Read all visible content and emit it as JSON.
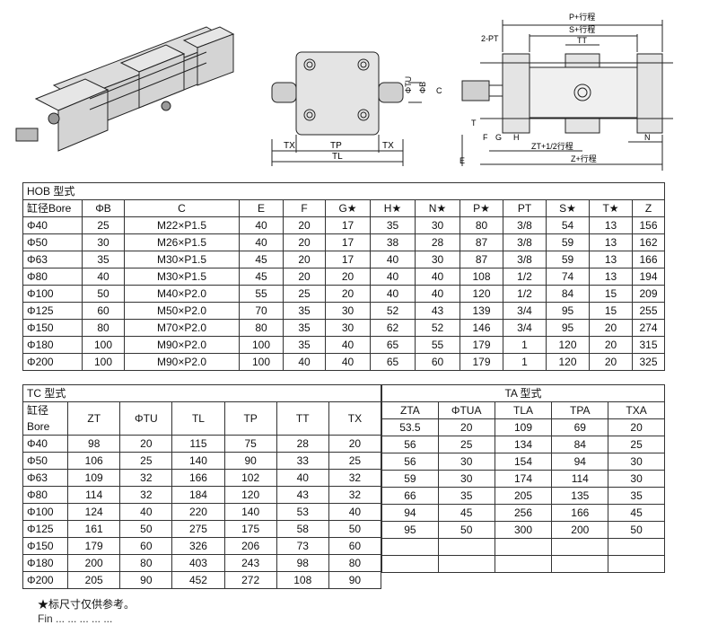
{
  "drawing_labels": {
    "tx_left": "TX",
    "tp": "TP",
    "tx_right": "TX",
    "tl": "TL",
    "phi_b": "ΦB",
    "phi_tu": "ΦTU",
    "c": "C",
    "p_stroke": "P+行程",
    "s_stroke": "S+行程",
    "tt": "TT",
    "two_pt": "2-PT",
    "t": "T",
    "f": "F",
    "g": "G",
    "h": "H",
    "n": "N",
    "e": "E",
    "zt_stroke": "ZT+1/2行程",
    "z_stroke": "Z+行程"
  },
  "hob": {
    "title": "HOB 型式",
    "headers": [
      "缸径Bore",
      "ΦB",
      "C",
      "E",
      "F",
      "G★",
      "H★",
      "N★",
      "P★",
      "PT",
      "S★",
      "T★",
      "Z"
    ],
    "rows": [
      [
        "Φ40",
        "25",
        "M22×P1.5",
        "40",
        "20",
        "17",
        "35",
        "30",
        "80",
        "3/8",
        "54",
        "13",
        "156"
      ],
      [
        "Φ50",
        "30",
        "M26×P1.5",
        "40",
        "20",
        "17",
        "38",
        "28",
        "87",
        "3/8",
        "59",
        "13",
        "162"
      ],
      [
        "Φ63",
        "35",
        "M30×P1.5",
        "45",
        "20",
        "17",
        "40",
        "30",
        "87",
        "3/8",
        "59",
        "13",
        "166"
      ],
      [
        "Φ80",
        "40",
        "M30×P1.5",
        "45",
        "20",
        "20",
        "40",
        "40",
        "108",
        "1/2",
        "74",
        "13",
        "194"
      ],
      [
        "Φ100",
        "50",
        "M40×P2.0",
        "55",
        "25",
        "20",
        "40",
        "40",
        "120",
        "1/2",
        "84",
        "15",
        "209"
      ],
      [
        "Φ125",
        "60",
        "M50×P2.0",
        "70",
        "35",
        "30",
        "52",
        "43",
        "139",
        "3/4",
        "95",
        "15",
        "255"
      ],
      [
        "Φ150",
        "80",
        "M70×P2.0",
        "80",
        "35",
        "30",
        "62",
        "52",
        "146",
        "3/4",
        "95",
        "20",
        "274"
      ],
      [
        "Φ180",
        "100",
        "M90×P2.0",
        "100",
        "35",
        "40",
        "65",
        "55",
        "179",
        "1",
        "120",
        "20",
        "315"
      ],
      [
        "Φ200",
        "100",
        "M90×P2.0",
        "100",
        "40",
        "40",
        "65",
        "60",
        "179",
        "1",
        "120",
        "20",
        "325"
      ]
    ]
  },
  "tc": {
    "title": "TC 型式",
    "headers": [
      "缸径Bore",
      "ZT",
      "ΦTU",
      "TL",
      "TP",
      "TT",
      "TX"
    ],
    "rows": [
      [
        "Φ40",
        "98",
        "20",
        "115",
        "75",
        "28",
        "20"
      ],
      [
        "Φ50",
        "106",
        "25",
        "140",
        "90",
        "33",
        "25"
      ],
      [
        "Φ63",
        "109",
        "32",
        "166",
        "102",
        "40",
        "32"
      ],
      [
        "Φ80",
        "114",
        "32",
        "184",
        "120",
        "43",
        "32"
      ],
      [
        "Φ100",
        "124",
        "40",
        "220",
        "140",
        "53",
        "40"
      ],
      [
        "Φ125",
        "161",
        "50",
        "275",
        "175",
        "58",
        "50"
      ],
      [
        "Φ150",
        "179",
        "60",
        "326",
        "206",
        "73",
        "60"
      ],
      [
        "Φ180",
        "200",
        "80",
        "403",
        "243",
        "98",
        "80"
      ],
      [
        "Φ200",
        "205",
        "90",
        "452",
        "272",
        "108",
        "90"
      ]
    ]
  },
  "ta": {
    "title": "TA 型式",
    "headers": [
      "ZTA",
      "ΦTUA",
      "TLA",
      "TPA",
      "TXA"
    ],
    "rows": [
      [
        "53.5",
        "20",
        "109",
        "69",
        "20"
      ],
      [
        "56",
        "25",
        "134",
        "84",
        "25"
      ],
      [
        "56",
        "30",
        "154",
        "94",
        "30"
      ],
      [
        "59",
        "30",
        "174",
        "114",
        "30"
      ],
      [
        "66",
        "35",
        "205",
        "135",
        "35"
      ],
      [
        "94",
        "45",
        "256",
        "166",
        "45"
      ],
      [
        "95",
        "50",
        "300",
        "200",
        "50"
      ],
      [
        "",
        "",
        "",
        "",
        ""
      ],
      [
        "",
        "",
        "",
        "",
        ""
      ]
    ]
  },
  "note": "★标尺寸仅供参考。",
  "note2": "Fin ... ... ... ... ..."
}
